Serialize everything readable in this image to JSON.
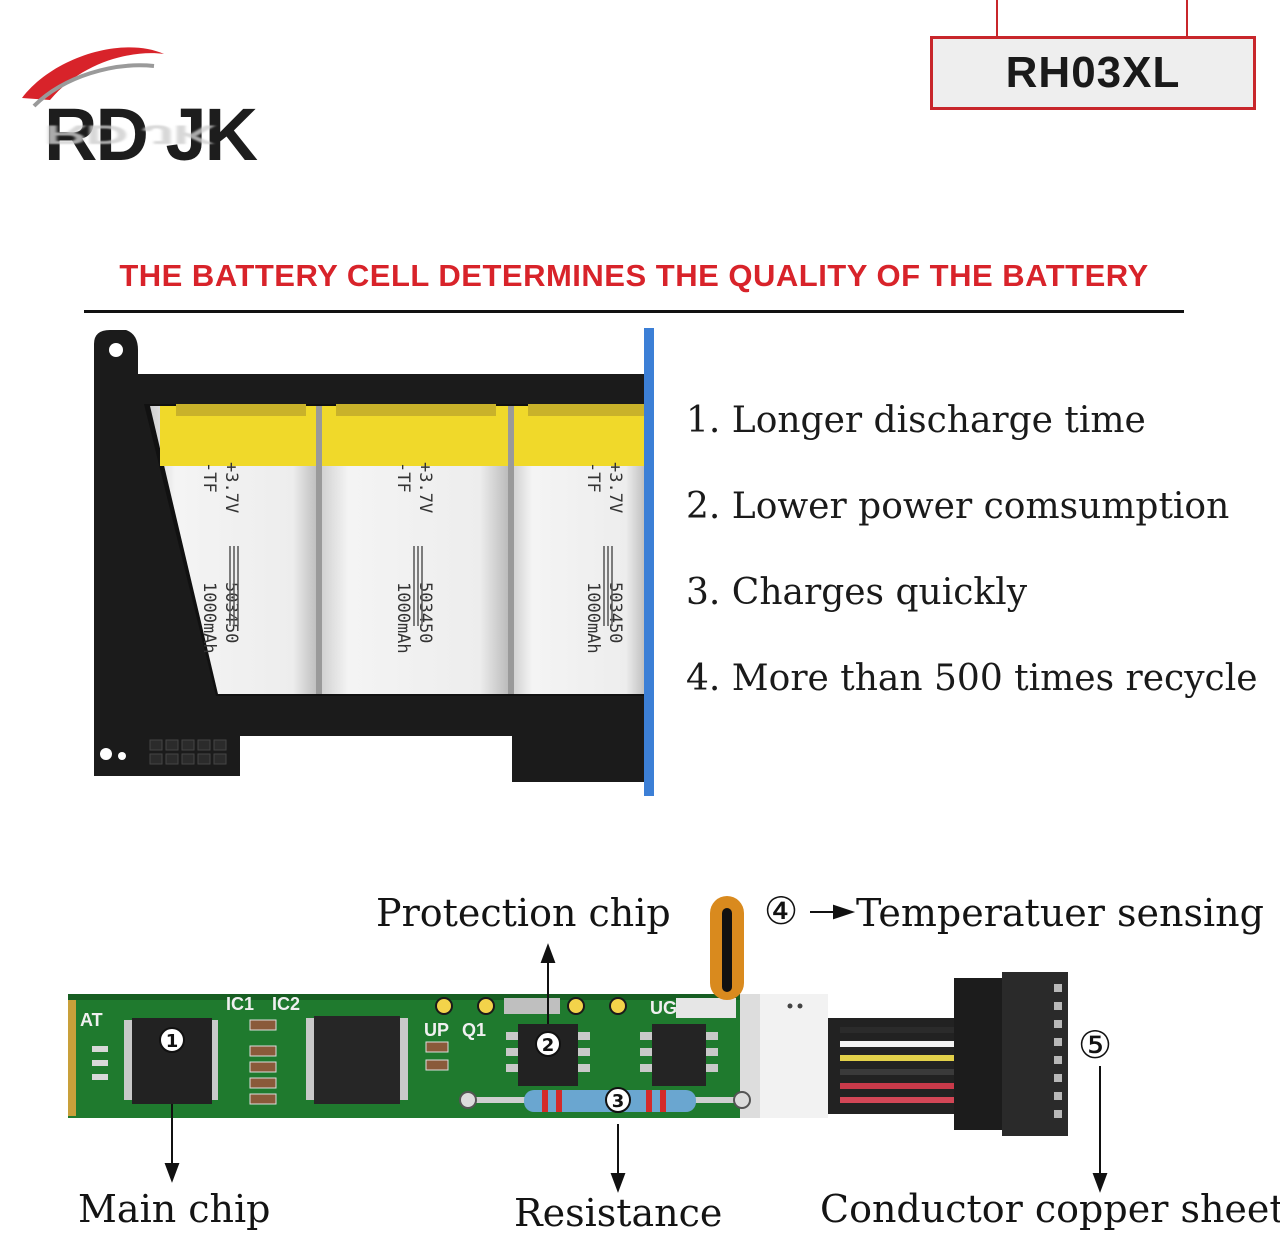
{
  "brand": {
    "name": "RD JK"
  },
  "model": {
    "label": "RH03XL"
  },
  "headline": "THE BATTERY CELL DETERMINES THE QUALITY OF THE BATTERY",
  "features": [
    "1. Longer discharge time",
    "2. Lower power comsumption",
    "3. Charges quickly",
    "4. More than 500 times recycle"
  ],
  "cell_print": {
    "line1": "+3.7V",
    "line2": "503450",
    "line3": "1000mAh",
    "brand": "-TF"
  },
  "pcb": {
    "silk": {
      "ic1": "IC1",
      "ic2": "IC2",
      "at": "AT",
      "up": "UP",
      "q1": "Q1",
      "ug": "UG"
    },
    "markers": {
      "m1": "1",
      "m2": "2",
      "m3": "3"
    },
    "labels": {
      "protection": "Protection chip",
      "temp_num": "④",
      "temp": "Temperatuer sensing",
      "connector_num": "⑤",
      "main": "Main chip",
      "resistance": "Resistance",
      "copper": "Conductor copper sheet"
    }
  },
  "colors": {
    "accent_red": "#d8232a",
    "box_red": "#c8262b",
    "pcb_green": "#1f7a2e",
    "cell_yellow": "#f0d92a",
    "pack_black": "#1b1b1b",
    "edge_blue": "#3c7fd6"
  }
}
